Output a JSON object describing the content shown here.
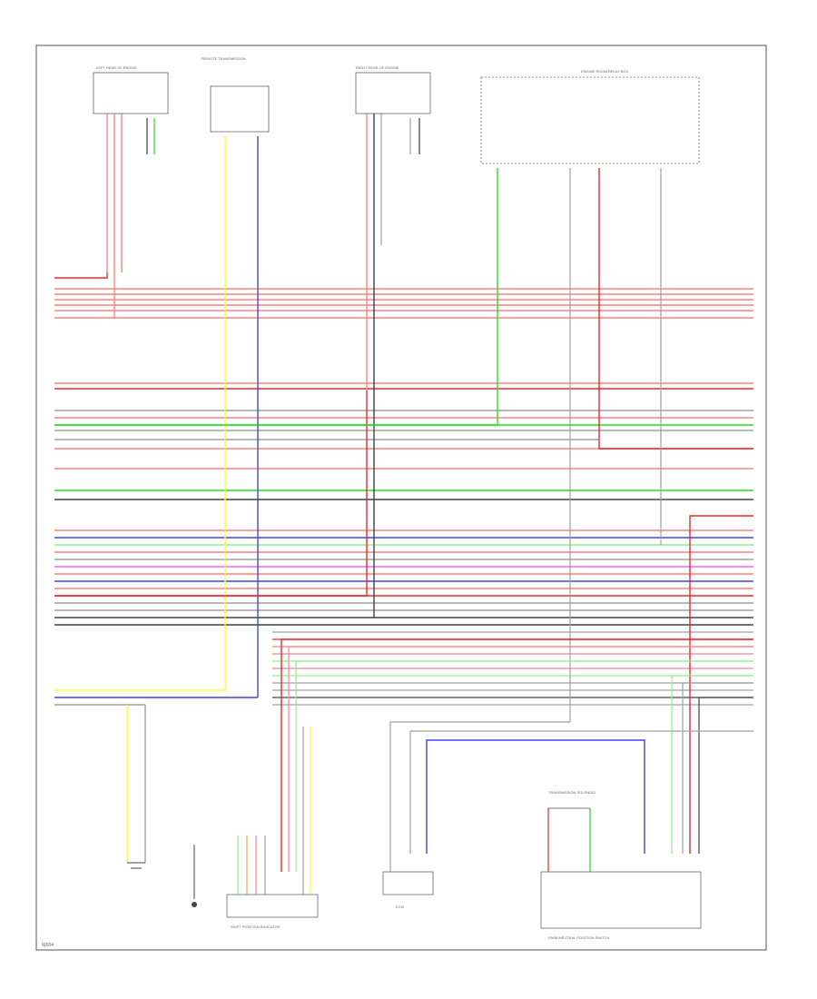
{
  "colors": {
    "red": "#ff2020",
    "pink": "#ff8080",
    "green": "#20e020",
    "ltgreen": "#90f090",
    "blue": "#4040ff",
    "ltblue": "#9090ff",
    "yellow": "#ffff30",
    "black": "#404040",
    "gray": "#a0a0a0",
    "magenta": "#ff60ff",
    "orange": "#ffa040",
    "frame": "#555555"
  },
  "components": {
    "left_rear_o2": "LEFT REAR OF ENGINE",
    "remote_transmission": "REMOTE TRANSMISSION",
    "right_rear_o2": "RIGHT REAR OF ENGINE",
    "fuse_box": "ENGINE ROOM RELAY BOX",
    "shift_position_indicator": "SHIFT POSITION INDICATOR",
    "ecm_connector": "ECM",
    "park_neutral_switch": "PARK/NEUTRAL POSITION SWITCH",
    "transmission_solenoid": "TRANSMISSION SOLENOID"
  },
  "page_code": "W004"
}
